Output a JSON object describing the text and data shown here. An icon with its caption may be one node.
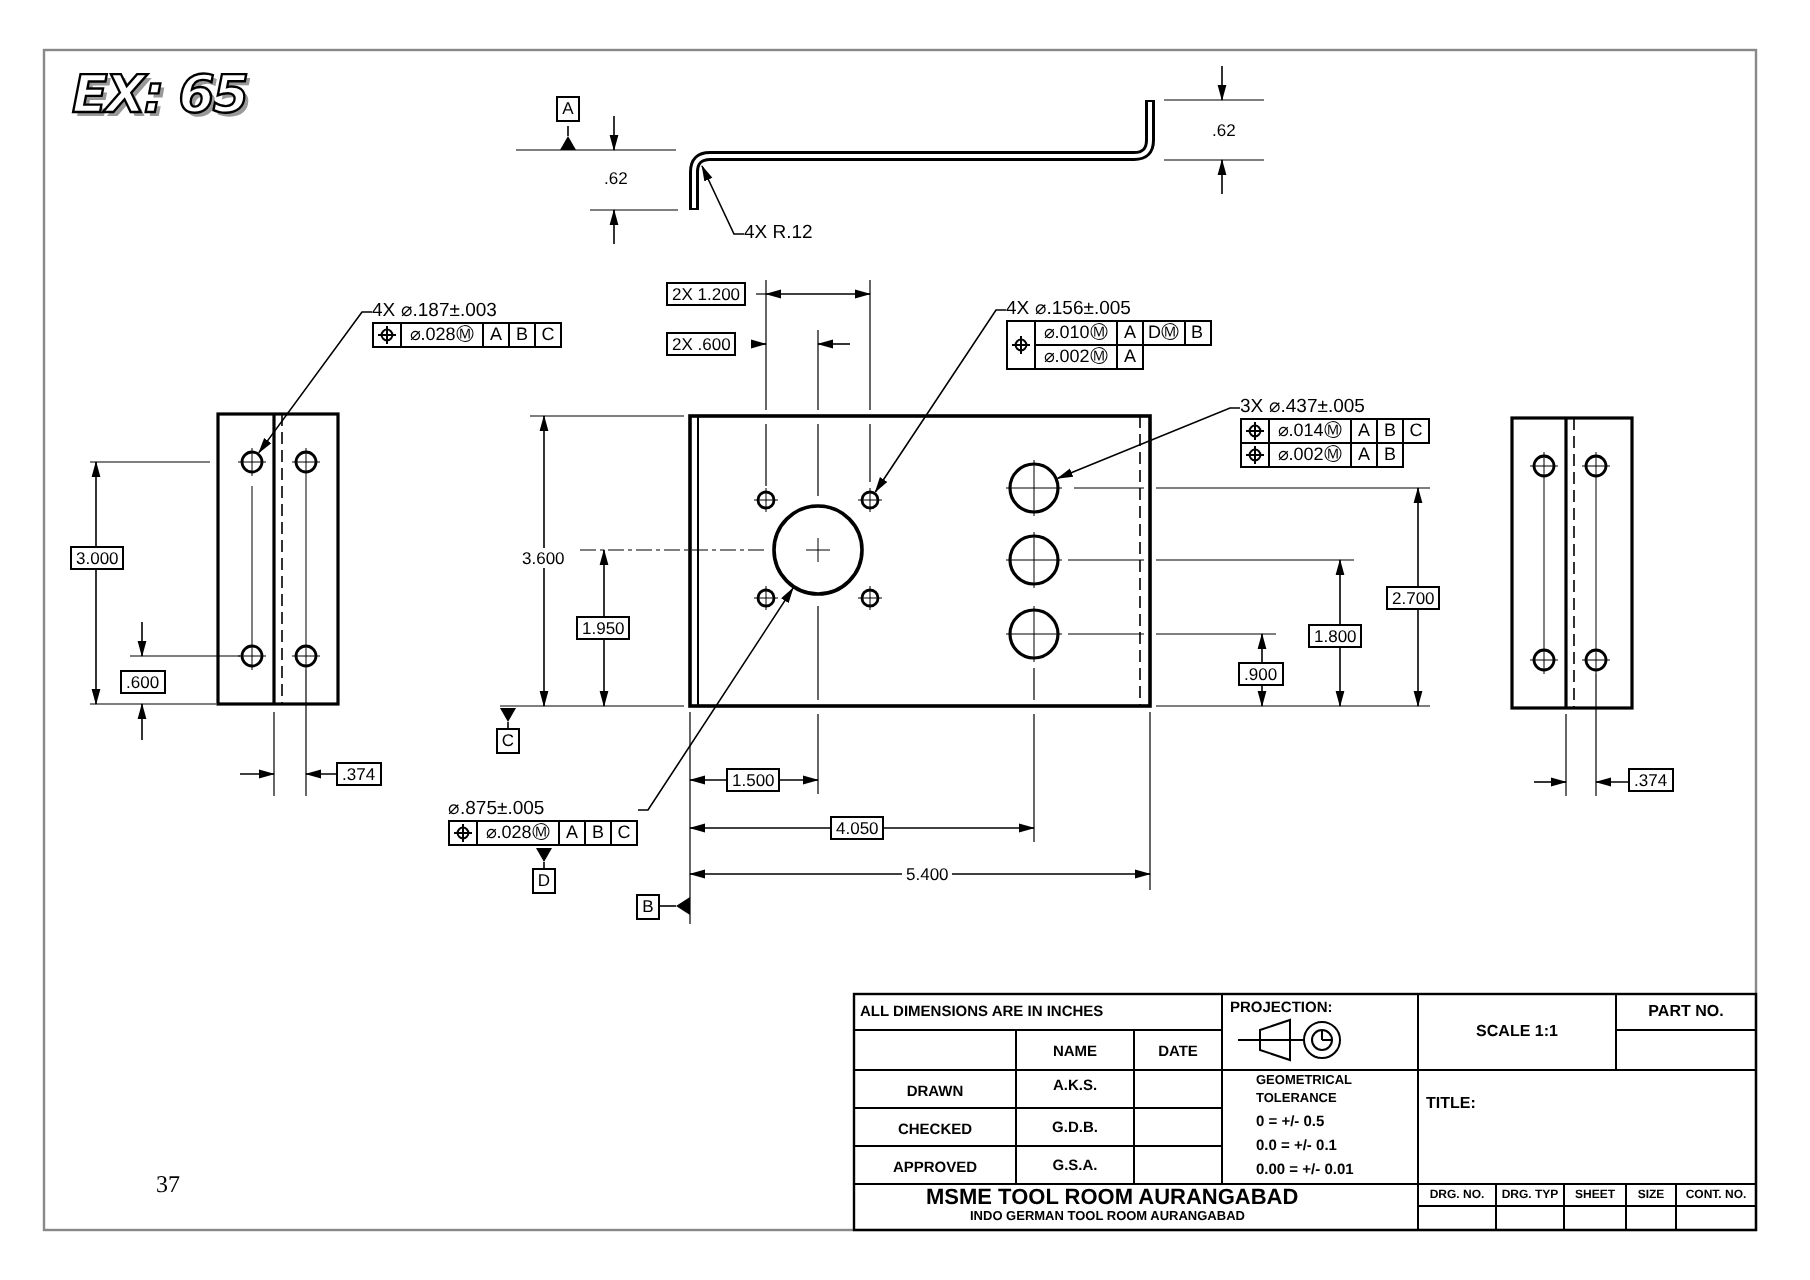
{
  "diagram": {
    "title": "EX: 65",
    "nodes": [
      {
        "text": [],
        "shape": "picture"
      },
      {
        "text": [
          "4X R.12"
        ]
      },
      {
        "text": [
          "4X ⌀.187±.003",
          "⌀.028Ⓜ",
          "A",
          "B",
          "C"
        ]
      },
      {
        "text": [
          "4X ⌀.156±.005",
          "⌀.010Ⓜ",
          "A",
          "DⓂ",
          "B",
          "⌀.002Ⓜ",
          "A"
        ]
      },
      {
        "text": [
          "3X ⌀.437±.005",
          "⌀.014Ⓜ",
          "A",
          "B",
          "C",
          "⌀.002Ⓜ",
          "A",
          "B"
        ]
      },
      {
        "text": [],
        "shape": "circle"
      },
      {
        "text": [],
        "shape": "circle"
      },
      {
        "text": [],
        "shape": "circle"
      },
      {
        "text": [],
        "shape": "circle"
      },
      {
        "text": [
          "⌀.875±.005",
          "⌀.028Ⓜ",
          "A",
          "B",
          "C"
        ]
      }
    ],
    "edges": [
      {
        "from": 1,
        "to": 0,
        "arrow": "to"
      },
      {
        "from": 2,
        "to": 5,
        "arrow": "to"
      },
      {
        "from": 3,
        "to": 7,
        "arrow": "to"
      },
      {
        "from": 4,
        "to": 6,
        "arrow": "to"
      },
      {
        "from": 9,
        "to": 8,
        "arrow": "to"
      }
    ],
    "labels": [
      "A",
      ".62",
      ".62",
      "2X 1.200",
      "2X .600",
      "3.000",
      "3.600",
      "1.950",
      "2.700",
      "1.800",
      ".600",
      ".900",
      "C",
      ".374",
      "1.500",
      ".374",
      "D",
      "4.050",
      "5.400",
      "B",
      "ALL DIMENSIONS ARE IN INCHES",
      "PROJECTION:",
      "PART NO.",
      "NAME",
      "DATE",
      "SCALE 1:1",
      "DRAWN",
      "A.K.S.",
      "GEOMETRICAL TOLERANCE",
      "0 = +/- 0.5",
      "TITLE:",
      "CHECKED",
      "G.D.B.",
      "0.0 = +/- 0.1",
      "APPROVED",
      "G.S.A.",
      "0.00 = +/- 0.01",
      "MSME TOOL ROOM AURANGABAD",
      "INDO GERMAN TOOL ROOM AURANGABAD",
      "DRG. NO.",
      "DRG. TYP",
      "SHEET",
      "SIZE",
      "CONT. NO.",
      "37"
    ]
  }
}
